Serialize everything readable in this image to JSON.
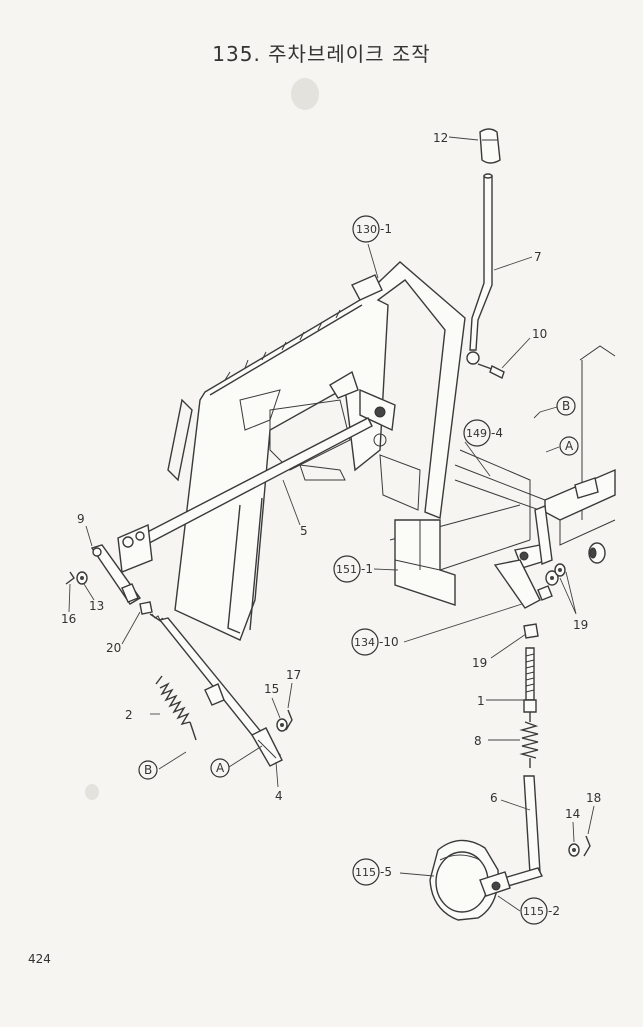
{
  "title": "135. 주차브레이크 조작",
  "page_number": "424",
  "callouts": [
    {
      "id": "c12",
      "text": "12"
    },
    {
      "id": "c7",
      "text": "7"
    },
    {
      "id": "c130",
      "text": "130",
      "suffix": "-1",
      "circled": true
    },
    {
      "id": "c10",
      "text": "10"
    },
    {
      "id": "cB1",
      "text": "B",
      "circled": true
    },
    {
      "id": "c149",
      "text": "149",
      "suffix": "-4",
      "circled": true
    },
    {
      "id": "cA1",
      "text": "A",
      "circled": true
    },
    {
      "id": "c5",
      "text": "5"
    },
    {
      "id": "c9",
      "text": "9"
    },
    {
      "id": "c151",
      "text": "151",
      "suffix": "-1",
      "circled": true
    },
    {
      "id": "c16",
      "text": "16"
    },
    {
      "id": "c13",
      "text": "13"
    },
    {
      "id": "c20",
      "text": "20"
    },
    {
      "id": "c134",
      "text": "134",
      "suffix": "-10",
      "circled": true
    },
    {
      "id": "c19a",
      "text": "19"
    },
    {
      "id": "c19b",
      "text": "19"
    },
    {
      "id": "c2",
      "text": "2"
    },
    {
      "id": "c15",
      "text": "15"
    },
    {
      "id": "c17",
      "text": "17"
    },
    {
      "id": "c1",
      "text": "1"
    },
    {
      "id": "c8",
      "text": "8"
    },
    {
      "id": "cB2",
      "text": "B",
      "circled": true
    },
    {
      "id": "cA2",
      "text": "A",
      "circled": true
    },
    {
      "id": "c4",
      "text": "4"
    },
    {
      "id": "c6",
      "text": "6"
    },
    {
      "id": "c18",
      "text": "18"
    },
    {
      "id": "c14",
      "text": "14"
    },
    {
      "id": "c115a",
      "text": "115",
      "suffix": "-5",
      "circled": true
    },
    {
      "id": "c115b",
      "text": "115",
      "suffix": "-2",
      "circled": true
    }
  ]
}
